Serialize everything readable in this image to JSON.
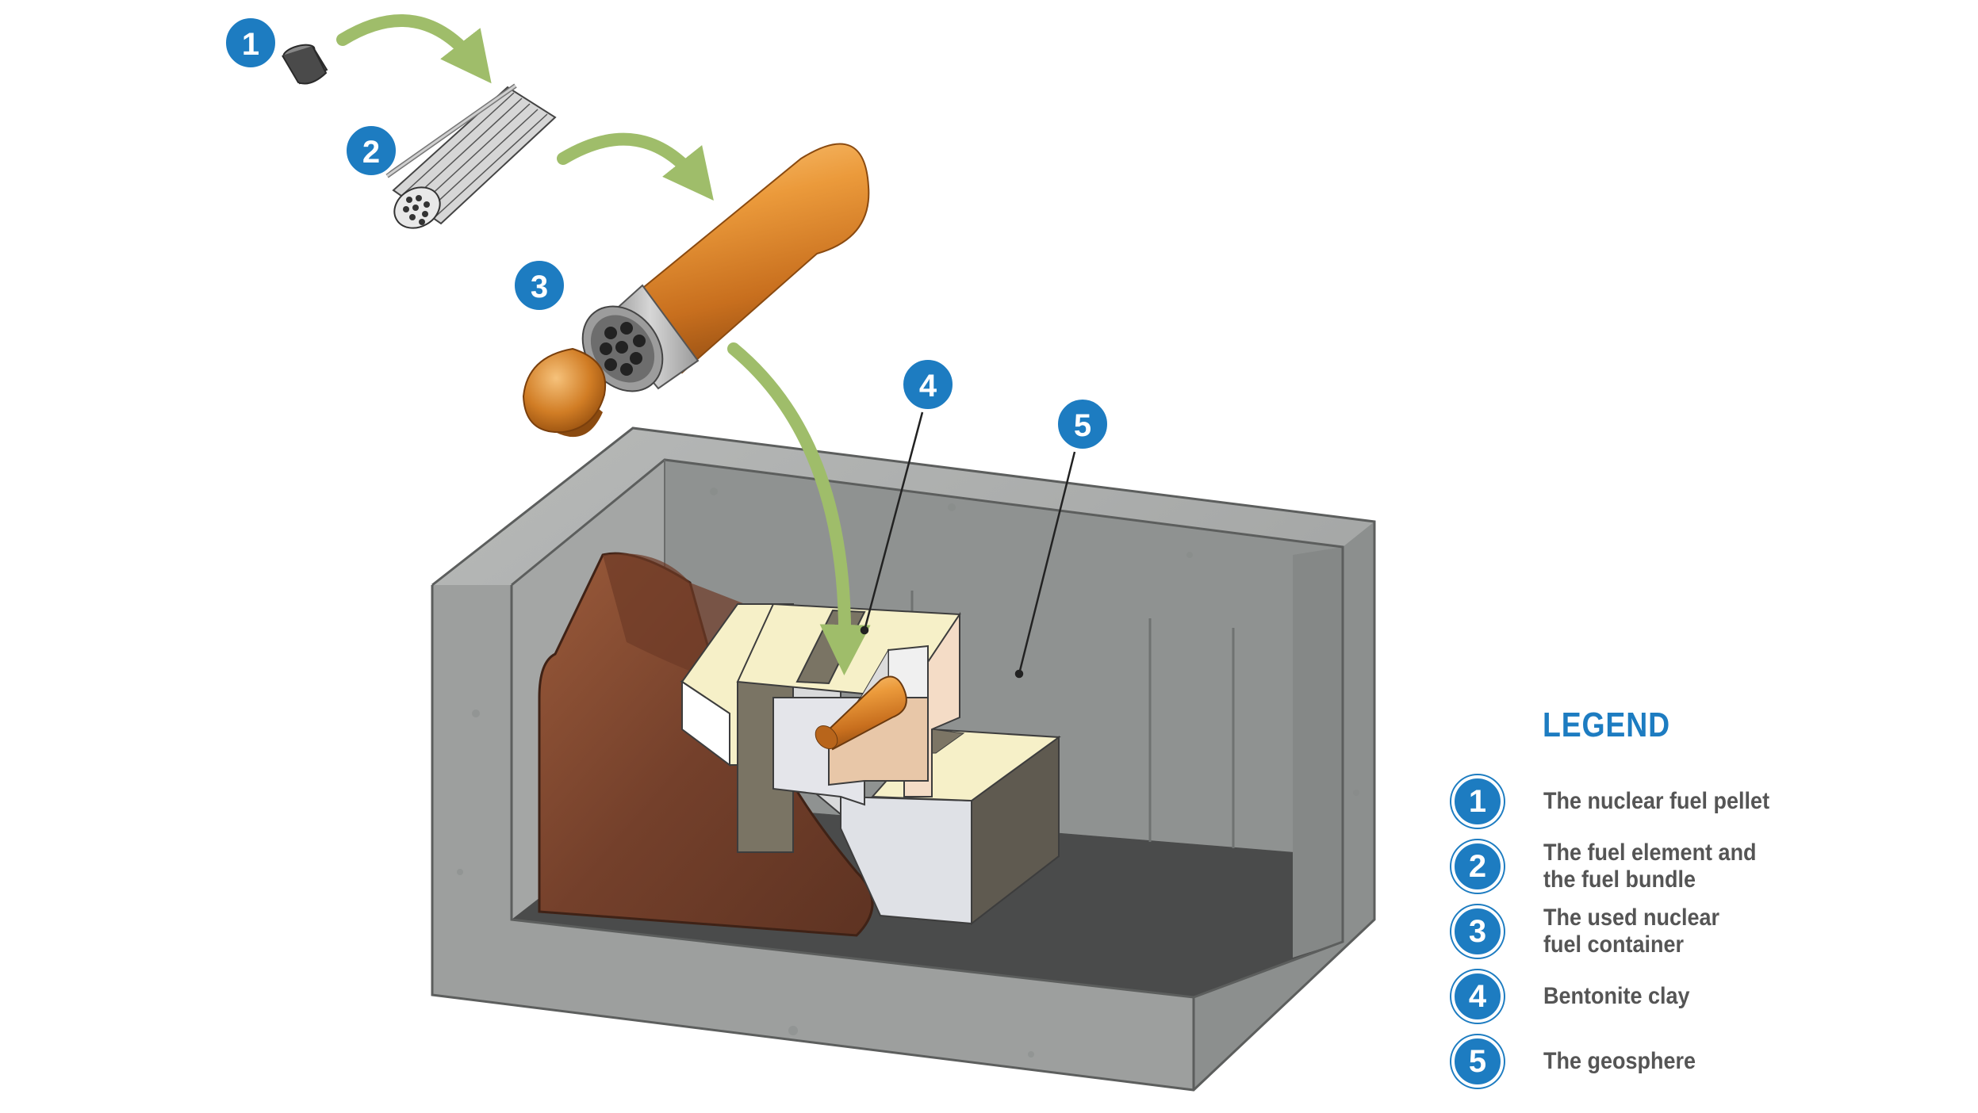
{
  "labels": {
    "n1": "1",
    "n2": "2",
    "n3": "3",
    "n4": "4",
    "n5": "5"
  },
  "legend": {
    "title": "LEGEND",
    "items": [
      {
        "number": "1",
        "text": "The nuclear fuel pellet"
      },
      {
        "number": "2",
        "text": "The fuel element and\nthe fuel bundle"
      },
      {
        "number": "3",
        "text": "The used nuclear\nfuel container"
      },
      {
        "number": "4",
        "text": "Bentonite clay"
      },
      {
        "number": "5",
        "text": "The geosphere"
      }
    ]
  },
  "colors": {
    "badge": "#1d7cc1",
    "arrow": "#9fbd6a",
    "copper": "#e08a2c",
    "rock": "#9a9c9b",
    "clay": "#f6f0c8",
    "backfill": "#7a3f2c"
  }
}
